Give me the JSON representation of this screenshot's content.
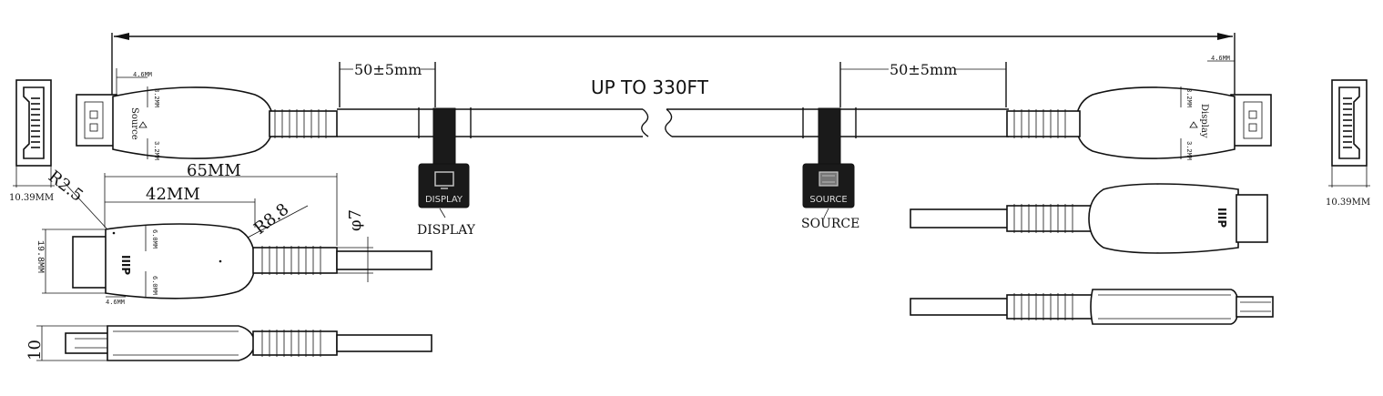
{
  "cable_length_label": "UP TO 330FT",
  "tail_left_label": "50±5mm",
  "tail_right_label": "50±5mm",
  "tag_display": {
    "text": "DISPLAY",
    "caption": "DISPLAY"
  },
  "tag_source": {
    "text": "SOURCE",
    "caption": "SOURCE"
  },
  "top_left_connector": {
    "dim_a": "4.6MM",
    "dim_b": "3.2MM",
    "dim_c": "3.2MM",
    "side_text": "Source"
  },
  "top_right_connector": {
    "dim_a": "4.6MM",
    "dim_b": "3.2MM",
    "dim_c": "3.2MM",
    "side_text": "Display"
  },
  "port_left_width": "10.39MM",
  "port_right_width": "10.39MM",
  "detail": {
    "overall_length": "65MM",
    "body_length": "42MM",
    "radius_front": "R2.5",
    "radius_back": "R8.8",
    "cable_diameter": "φ7",
    "height": "19.8MM",
    "dim_small_1": "4.6MM",
    "dim_small_2": "6.0MM",
    "dim_small_3": "6.0MM",
    "thickness": "10",
    "logo": "IIIP"
  },
  "right_views": {
    "logo": "IIIP"
  }
}
